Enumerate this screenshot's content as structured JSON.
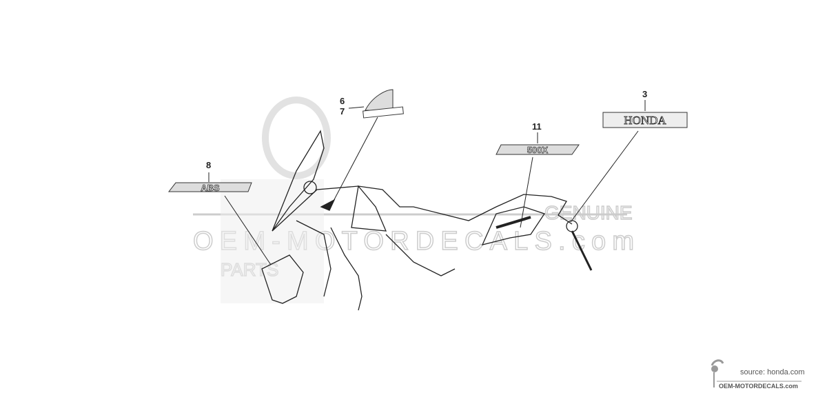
{
  "callouts": {
    "c3": "3",
    "c6": "6",
    "c7": "7",
    "c8": "8",
    "c11": "11"
  },
  "decals": {
    "honda": "HONDA",
    "model": "500X",
    "abs": "ABS"
  },
  "watermark": {
    "main": "OEM-MOTORDECALS.com",
    "top": "GENUINE",
    "bottom": "PARTS"
  },
  "footer": {
    "source": "source: honda.com",
    "site": "OEM-MOTORDECALS.com"
  }
}
